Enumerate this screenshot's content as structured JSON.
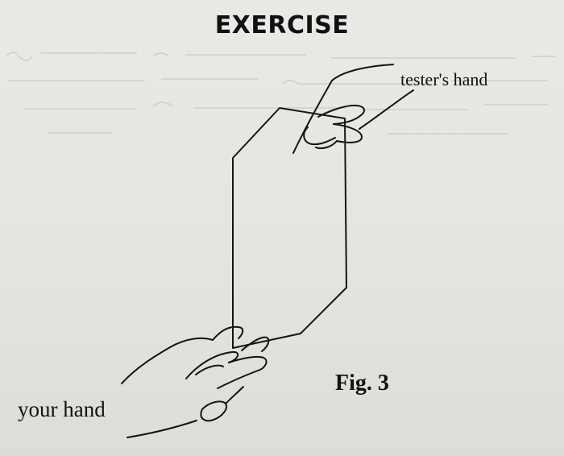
{
  "title": "EXERCISE",
  "labels": {
    "tester_hand": "tester's hand",
    "your_hand": "your hand",
    "figure": "Fig. 3"
  },
  "colors": {
    "paper": "#e4e5e1",
    "ink": "#111111"
  }
}
